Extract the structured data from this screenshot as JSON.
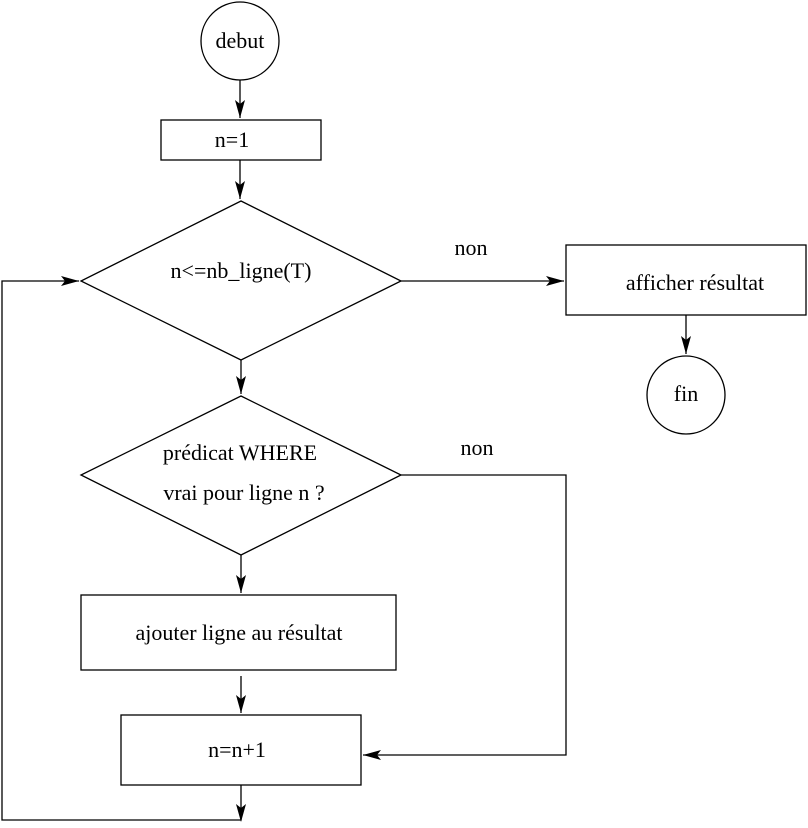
{
  "nodes": {
    "start": "debut",
    "init": "n=1",
    "loop_condition": "n<=nb_ligne(T)",
    "where_condition_line1": "prédicat WHERE",
    "where_condition_line2": "vrai pour ligne n ?",
    "add_row": "ajouter ligne au résultat",
    "increment": "n=n+1",
    "show_result": "afficher résultat",
    "end": "fin"
  },
  "edges": {
    "loop_no_label": "non",
    "where_no_label": "non"
  }
}
